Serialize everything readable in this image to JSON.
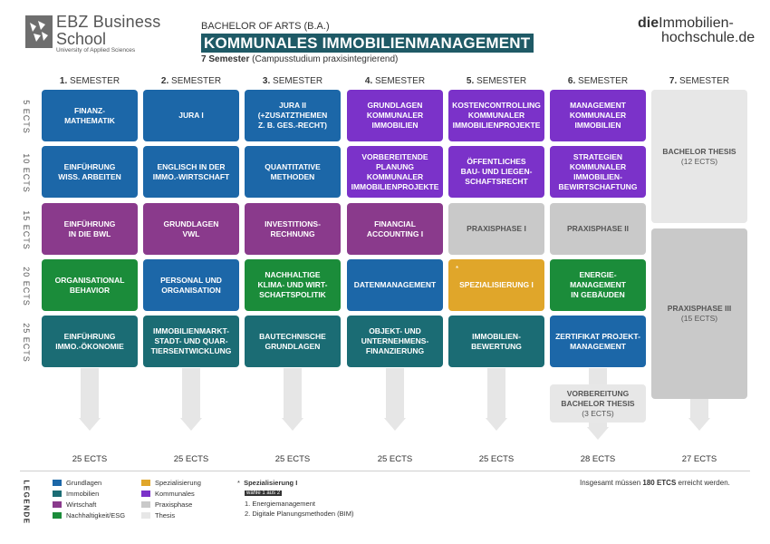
{
  "header": {
    "logo_line1": "EBZ Business",
    "logo_line2": "School",
    "logo_line3": "University of Applied Sciences",
    "degree": "BACHELOR OF ARTS (B.A.)",
    "program": "KOMMUNALES IMMOBILIENMANAGEMENT",
    "semesters_bold": "7 Semester",
    "semesters_rest": " (Campusstudium praxisintegrierend)",
    "brand_die": "die",
    "brand_rest": "Immobilien-",
    "brand_url": "hochschule.de"
  },
  "semesters": [
    {
      "num": "1.",
      "label": " SEMESTER",
      "total": "25 ECTS"
    },
    {
      "num": "2.",
      "label": " SEMESTER",
      "total": "25 ECTS"
    },
    {
      "num": "3.",
      "label": " SEMESTER",
      "total": "25 ECTS"
    },
    {
      "num": "4.",
      "label": " SEMESTER",
      "total": "25 ECTS"
    },
    {
      "num": "5.",
      "label": " SEMESTER",
      "total": "25 ECTS"
    },
    {
      "num": "6.",
      "label": " SEMESTER",
      "total": "28 ECTS"
    },
    {
      "num": "7.",
      "label": " SEMESTER",
      "total": "27 ECTS"
    }
  ],
  "ects_rows": [
    "5 ECTS",
    "10 ECTS",
    "15 ECTS",
    "20 ECTS",
    "25 ECTS"
  ],
  "modules": {
    "s1": [
      {
        "l1": "FINANZ-",
        "l2": "MATHEMATIK"
      },
      {
        "l1": "EINFÜHRUNG",
        "l2": "WISS. ARBEITEN"
      },
      {
        "l1": "EINFÜHRUNG",
        "l2": "IN DIE BWL"
      },
      {
        "l1": "ORGANISATIONAL",
        "l2": "BEHAVIOR"
      },
      {
        "l1": "EINFÜHRUNG",
        "l2": "IMMO.-ÖKONOMIE"
      }
    ],
    "s2": [
      {
        "l1": "JURA I"
      },
      {
        "l1": "ENGLISCH IN DER",
        "l2": "IMMO.-WIRTSCHAFT"
      },
      {
        "l1": "GRUNDLAGEN",
        "l2": "VWL"
      },
      {
        "l1": "PERSONAL UND",
        "l2": "ORGANISATION"
      },
      {
        "l1": "IMMOBILIENMARKT-",
        "l2": "STADT- UND QUAR-",
        "l3": "TIERSENTWICKLUNG"
      }
    ],
    "s3": [
      {
        "l1": "JURA II",
        "l2": "(+ZUSATZTHEMEN",
        "l3": "Z. B. GES.-RECHT)"
      },
      {
        "l1": "QUANTITATIVE",
        "l2": "METHODEN"
      },
      {
        "l1": "INVESTITIONS-",
        "l2": "RECHNUNG"
      },
      {
        "l1": "NACHHALTIGE",
        "l2": "KLIMA- UND WIRT-",
        "l3": "SCHAFTSPOLITIK"
      },
      {
        "l1": "BAUTECHNISCHE",
        "l2": "GRUNDLAGEN"
      }
    ],
    "s4": [
      {
        "l1": "GRUNDLAGEN",
        "l2": "KOMMUNALER",
        "l3": "IMMOBILIEN"
      },
      {
        "l1": "VORBEREITENDE",
        "l2": "PLANUNG",
        "l3": "KOMMUNALER",
        "l4": "IMMOBILIENPROJEKTE"
      },
      {
        "l1": "FINANCIAL",
        "l2": "ACCOUNTING I"
      },
      {
        "l1": "DATENMANAGEMENT"
      },
      {
        "l1": "OBJEKT- UND",
        "l2": "UNTERNEHMENS-",
        "l3": "FINANZIERUNG"
      }
    ],
    "s5": [
      {
        "l1": "KOSTENCONTROLLING",
        "l2": "KOMMUNALER",
        "l3": "IMMOBILIENPROJEKTE"
      },
      {
        "l1": "ÖFFENTLICHES",
        "l2": "BAU- UND LIEGEN-",
        "l3": "SCHAFTSRECHT"
      },
      {
        "l1": "PRAXISPHASE I"
      },
      {
        "l1": "SPEZIALISIERUNG I",
        "star": "*"
      },
      {
        "l1": "IMMOBILIEN-",
        "l2": "BEWERTUNG"
      }
    ],
    "s6": [
      {
        "l1": "MANAGEMENT",
        "l2": "KOMMUNALER",
        "l3": "IMMOBILIEN"
      },
      {
        "l1": "STRATEGIEN",
        "l2": "KOMMUNALER",
        "l3": "IMMOBILIEN-",
        "l4": "BEWIRTSCHAFTUNG"
      },
      {
        "l1": "PRAXISPHASE II"
      },
      {
        "l1": "ENERGIE-",
        "l2": "MANAGEMENT",
        "l3": "IN GEBÄUDEN"
      },
      {
        "l1": "ZERTIFIKAT PROJEKT-",
        "l2": "MANAGEMENT"
      },
      {
        "l1": "VORBEREITUNG",
        "l2": "BACHELOR THESIS",
        "l3": "(3 ECTS)"
      }
    ],
    "s7": [
      {
        "l1": "BACHELOR THESIS",
        "l2": "(12 ECTS)"
      },
      {
        "l1": "PRAXISPHASE III",
        "l2": "(15 ECTS)"
      }
    ]
  },
  "legend": {
    "title": "LEGENDE",
    "items": [
      {
        "label": "Grundlagen",
        "color": "#1c67a8"
      },
      {
        "label": "Immobilien",
        "color": "#1b6c74"
      },
      {
        "label": "Wirtschaft",
        "color": "#8a3a8c"
      },
      {
        "label": "Nachhaltigkeit/ESG",
        "color": "#1b8c3a"
      },
      {
        "label": "Spezialisierung",
        "color": "#e0a62a"
      },
      {
        "label": "Kommunales",
        "color": "#7b32c9"
      },
      {
        "label": "Praxisphase",
        "color": "#c9c9c9"
      },
      {
        "label": "Thesis",
        "color": "#e7e7e7"
      }
    ]
  },
  "spez_note": {
    "star": "*",
    "title": "Spezialisierung I",
    "badge": "wähle 1 aus 2",
    "opt1": "1.  Energiemanagement",
    "opt2": "2.  Digitale Planungsmethoden (BIM)"
  },
  "total_note": {
    "pre": "Insgesamt müssen ",
    "bold": "180 ETCS",
    "post": " erreicht werden."
  }
}
